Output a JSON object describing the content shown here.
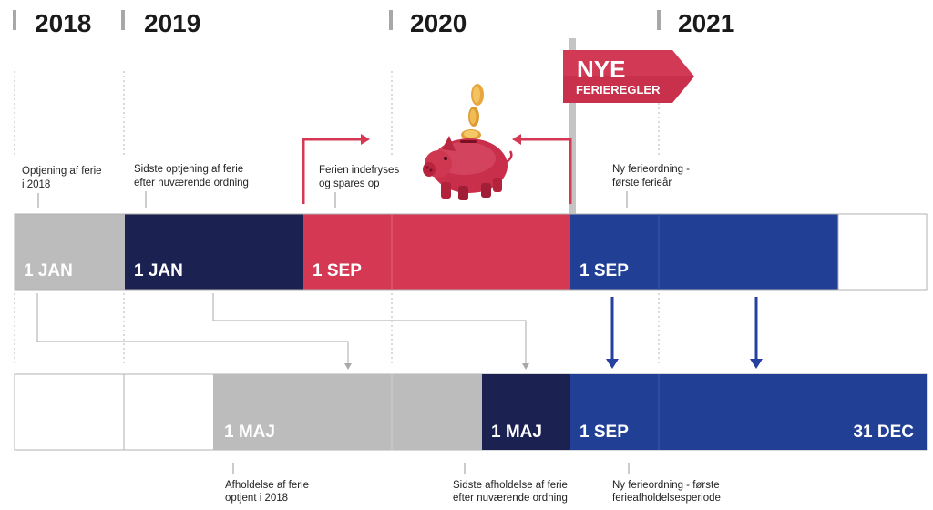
{
  "years": [
    "2018",
    "2019",
    "2020",
    "2021"
  ],
  "badge": {
    "line1": "NYE",
    "line2": "FERIEREGLER"
  },
  "top_captions": {
    "c1": [
      "Optjening af ferie",
      "i 2018"
    ],
    "c2": [
      "Sidste optjening af ferie",
      "efter nuværende ordning"
    ],
    "c3": [
      "Ferien indefryses",
      "og spares op"
    ],
    "c4": [
      "Ny ferieordning -",
      "første ferieår"
    ]
  },
  "top_bar_labels": [
    "1 JAN",
    "1 JAN",
    "1 SEP",
    "1 SEP"
  ],
  "bottom_bar_labels": [
    "1 MAJ",
    "1 MAJ",
    "1 SEP",
    "31 DEC"
  ],
  "bottom_captions": {
    "c1": [
      "Afholdelse af ferie",
      "optjent i 2018"
    ],
    "c2": [
      "Sidste afholdelse af ferie",
      "efter nuværende ordning"
    ],
    "c3": [
      "Ny ferieordning - første",
      "ferieafholdelsesperiode"
    ]
  },
  "colors": {
    "gray": "#bcbcbc",
    "navy": "#1b2151",
    "red": "#d43853",
    "blue": "#213f95",
    "blue_bright": "#25409e",
    "dark_text": "#1a1a1a"
  }
}
